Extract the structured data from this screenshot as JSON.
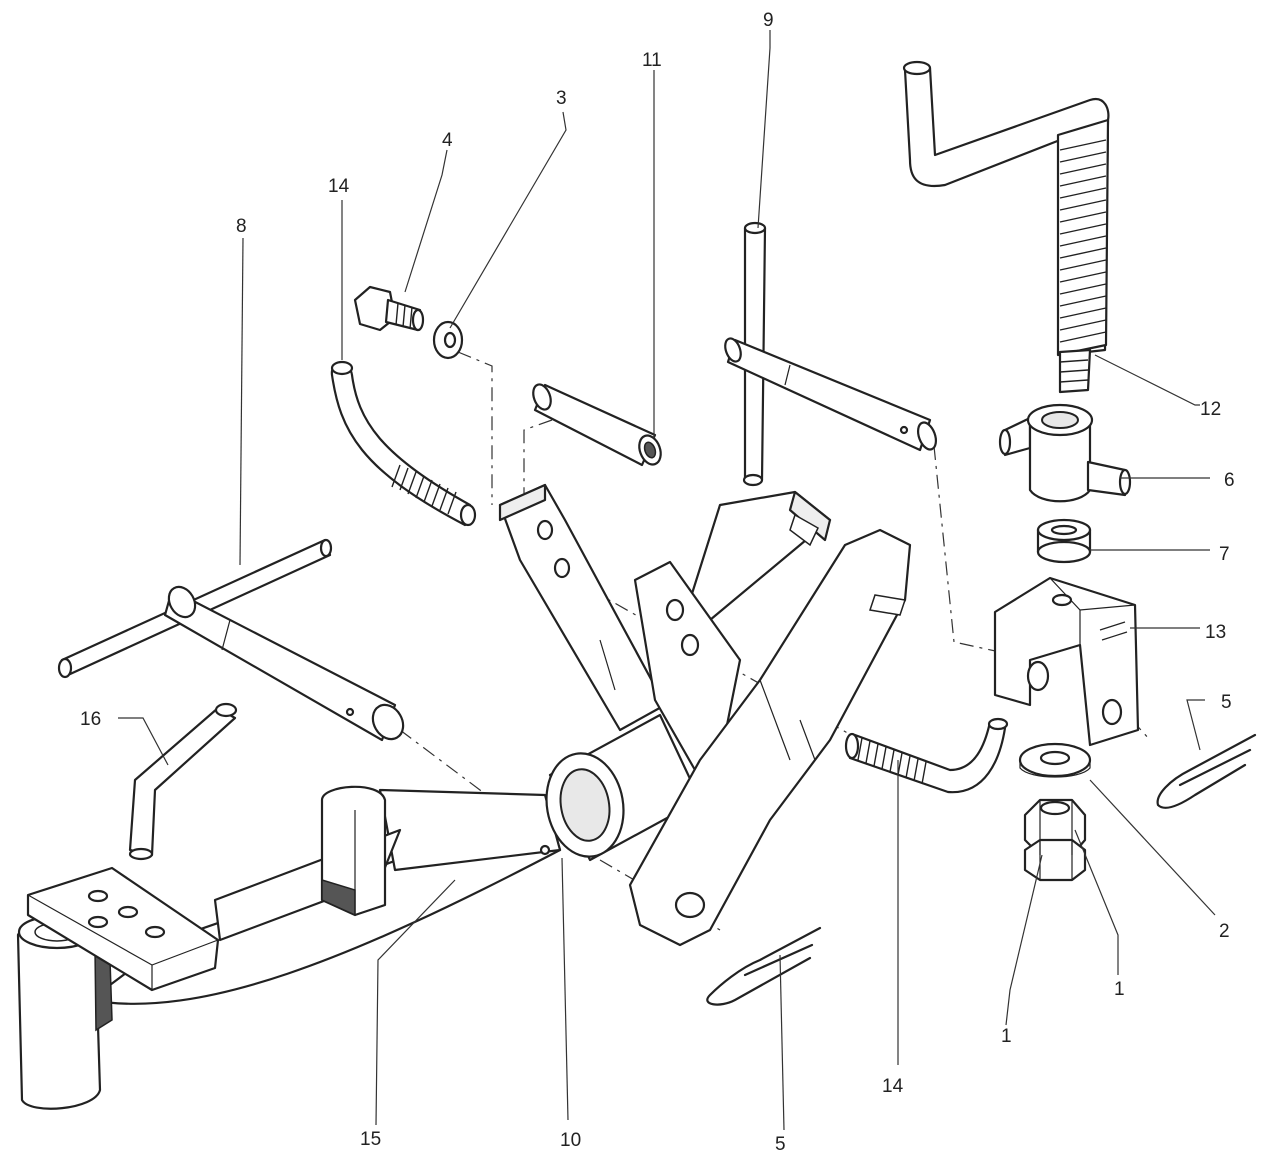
{
  "diagram": {
    "labels": {
      "l1a": "1",
      "l1b": "1",
      "l2": "2",
      "l3": "3",
      "l4": "4",
      "l5a": "5",
      "l5b": "5",
      "l6": "6",
      "l7": "7",
      "l8": "8",
      "l9": "9",
      "l10": "10",
      "l11": "11",
      "l12": "12",
      "l13": "13",
      "l14a": "14",
      "l14b": "14",
      "l15": "15",
      "l16": "16"
    }
  }
}
